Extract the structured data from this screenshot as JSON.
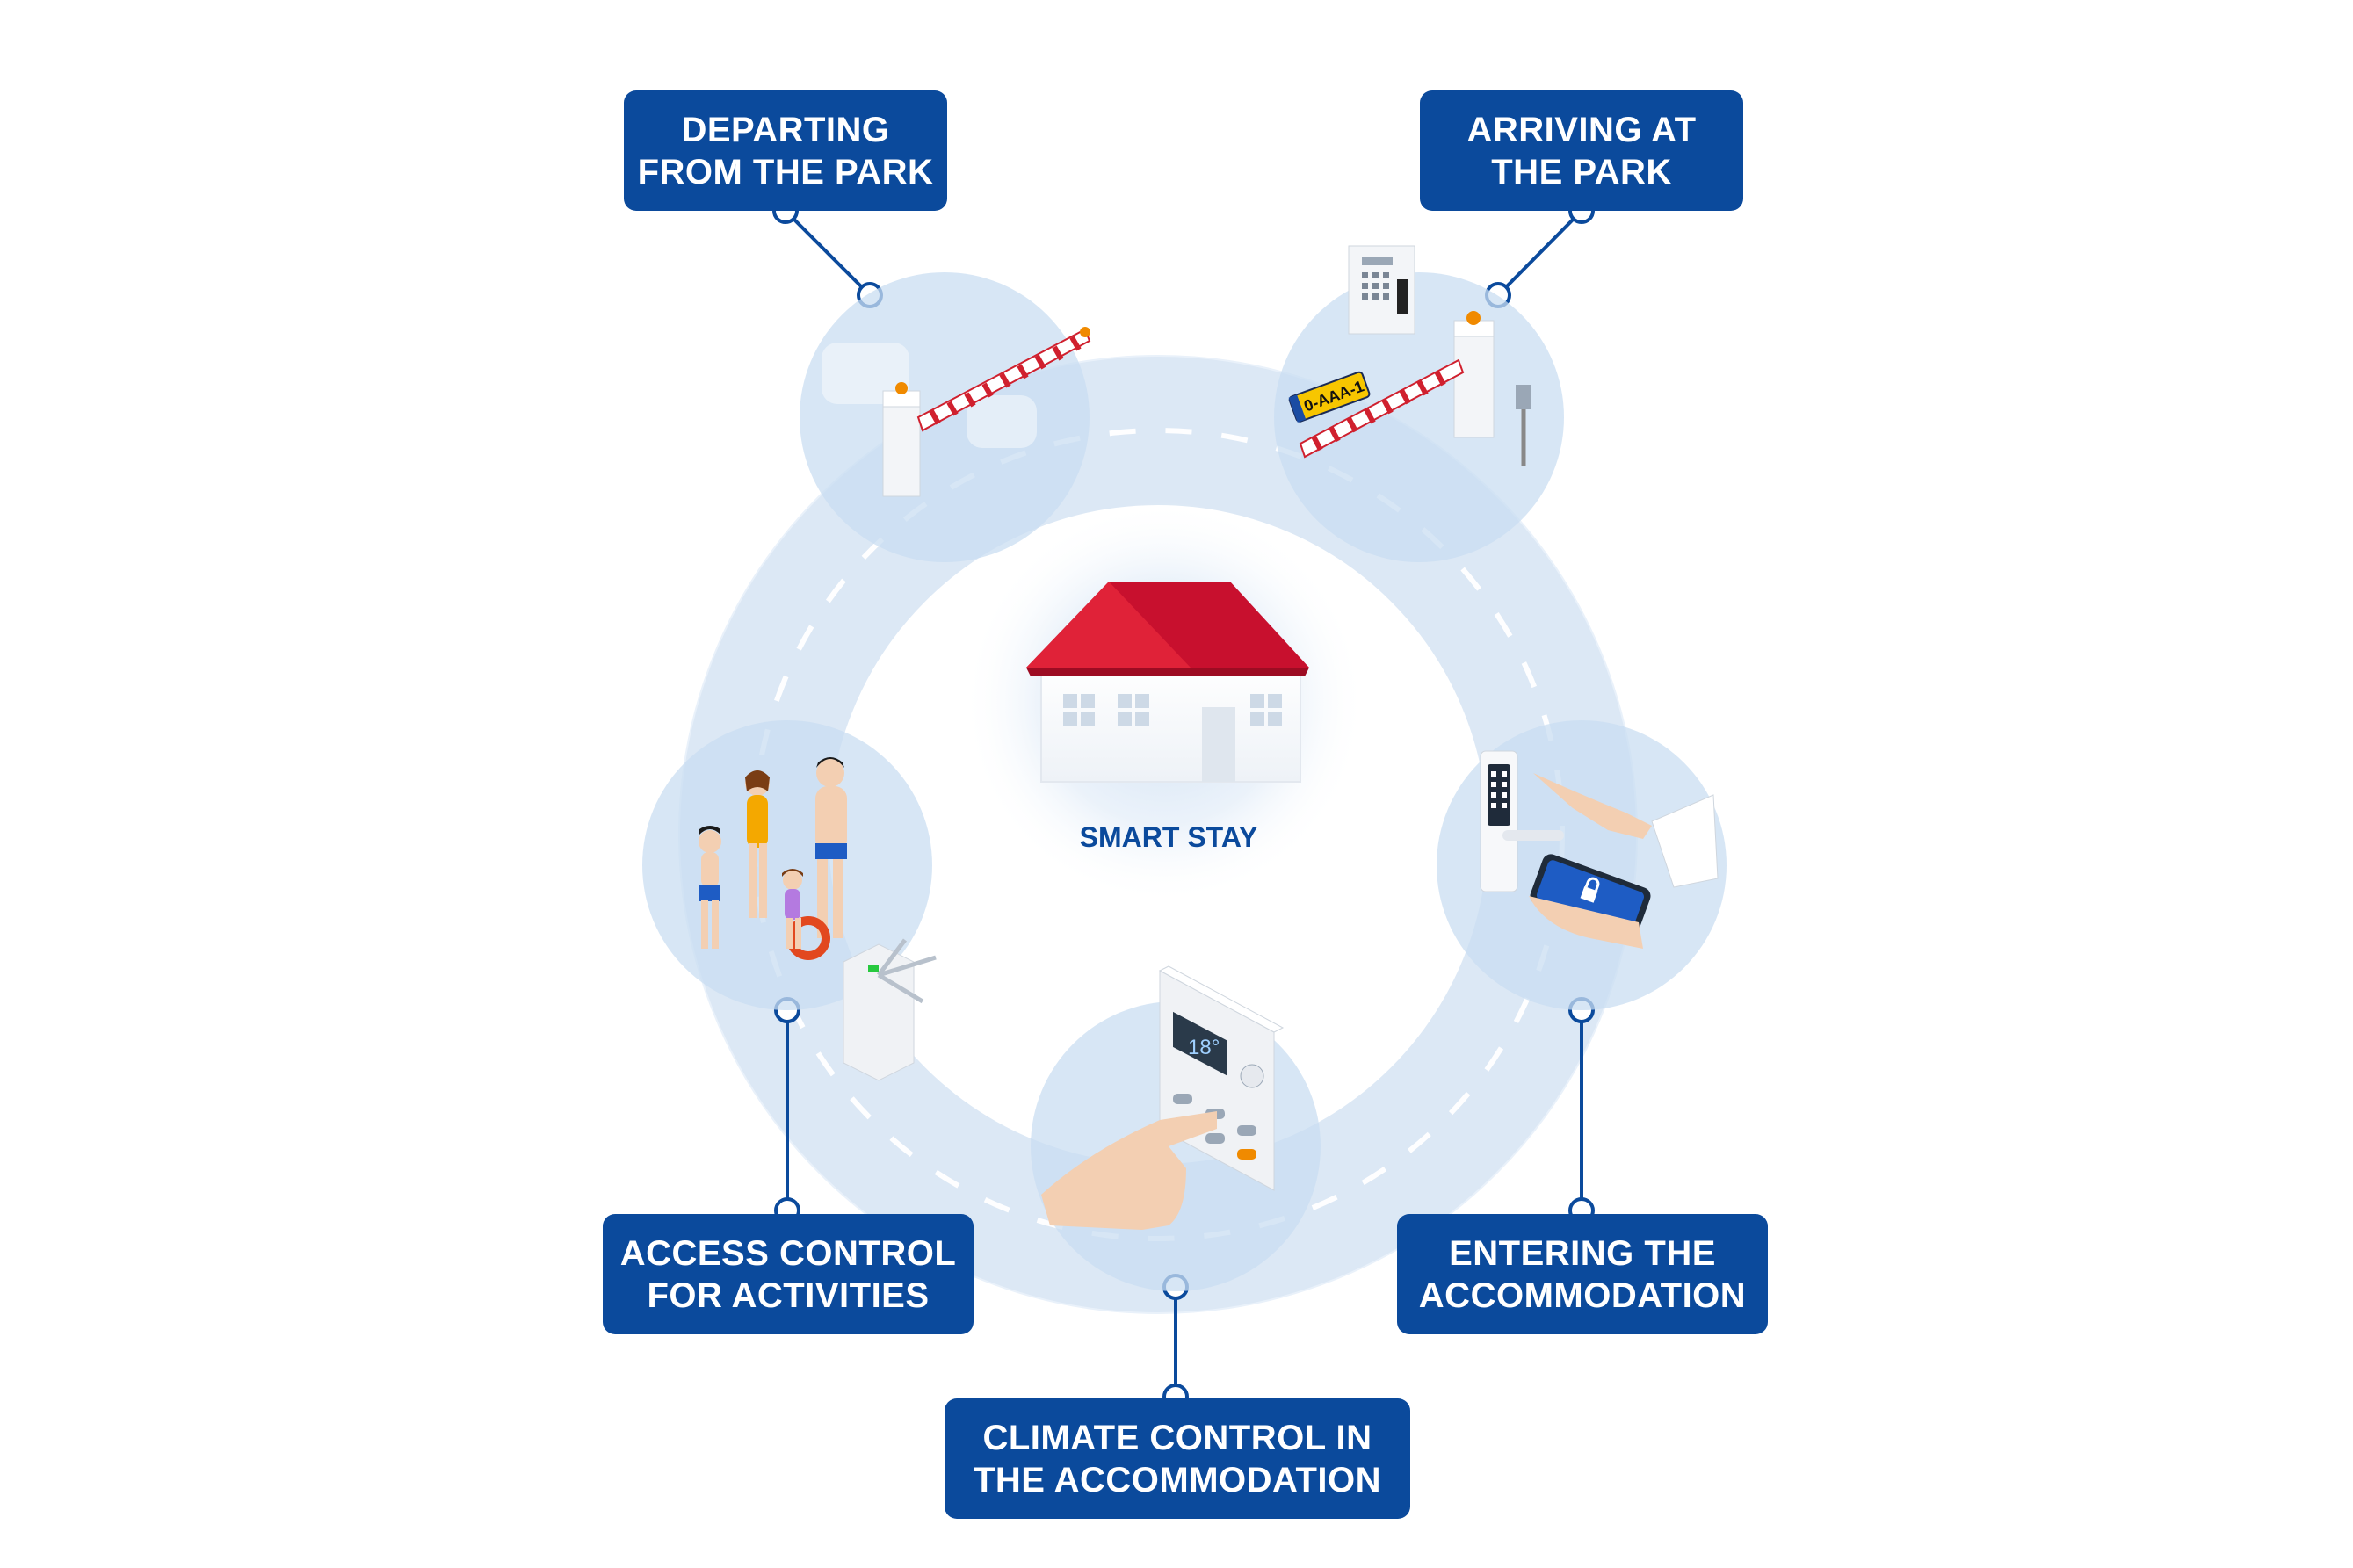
{
  "center": {
    "label": "SMART STAY"
  },
  "steps": [
    {
      "id": "departing",
      "line1": "DEPARTING",
      "line2": "FROM THE PARK",
      "icon": "parking-barrier-exit-icon"
    },
    {
      "id": "arriving",
      "line1": "ARRIVING AT",
      "line2": "THE PARK",
      "icon": "parking-barrier-entry-icon"
    },
    {
      "id": "entering",
      "line1": "ENTERING THE",
      "line2": "ACCOMMODATION",
      "icon": "smart-lock-phone-icon"
    },
    {
      "id": "climate",
      "line1": "CLIMATE CONTROL IN",
      "line2": "THE ACCOMMODATION",
      "icon": "thermostat-panel-icon"
    },
    {
      "id": "access",
      "line1": "ACCESS CONTROL",
      "line2": "FOR ACTIVITIES",
      "icon": "turnstile-family-icon"
    }
  ],
  "illustrations": {
    "license_plate": "0-AAA-1",
    "thermostat_reading": "18°"
  },
  "colors": {
    "label_bg": "#0b4a9c",
    "label_text": "#ffffff",
    "ring": "#dce8f5",
    "circle_fill": "#c9ddf1",
    "roof": "#c8102e",
    "barrier_red": "#d0202e"
  }
}
